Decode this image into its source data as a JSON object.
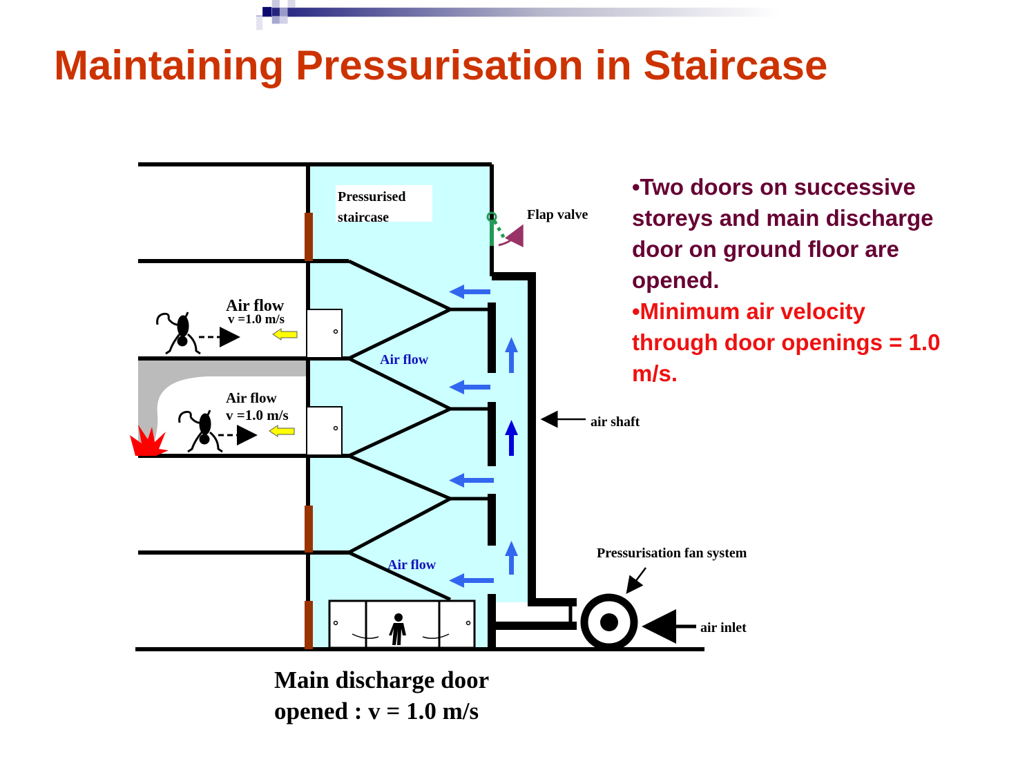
{
  "slide": {
    "title": "Maintaining Pressurisation in Staircase",
    "accent_color": "#cc3300",
    "header_gradient": [
      "#1a1a7a",
      "#ffffff"
    ]
  },
  "diagram": {
    "labels": {
      "pressurised_staircase": [
        "Pressurised",
        "staircase"
      ],
      "flap_valve": "Flap valve",
      "air_flow_upper": "Air flow",
      "velocity_upper": "v =1.0 m/s",
      "air_flow_lower": "Air flow",
      "velocity_lower": "v =1.0 m/s",
      "air_flow_stair_upper": "Air flow",
      "air_flow_stair_lower": "Air flow",
      "air_shaft": "air shaft",
      "fan_system": "Pressurisation fan system",
      "air_inlet": "air inlet"
    },
    "colors": {
      "staircase_fill": "#ccffff",
      "airflow_arrow": "#3366ee",
      "door_arrow": "#ffff00",
      "door_frame": "#993300",
      "flap_valve": "#229955",
      "smoke": "#bbbbbb",
      "fire": "#ff0000"
    }
  },
  "caption": {
    "line1": "Main discharge door",
    "line2": "opened : v = 1.0 m/s"
  },
  "bullets": [
    {
      "text": "•Two doors on successive storeys and main discharge door on ground floor are opened.",
      "color": "#660033"
    },
    {
      "text": "•Minimum air velocity through door openings = 1.0 m/s.",
      "color": "#ee1111"
    }
  ]
}
